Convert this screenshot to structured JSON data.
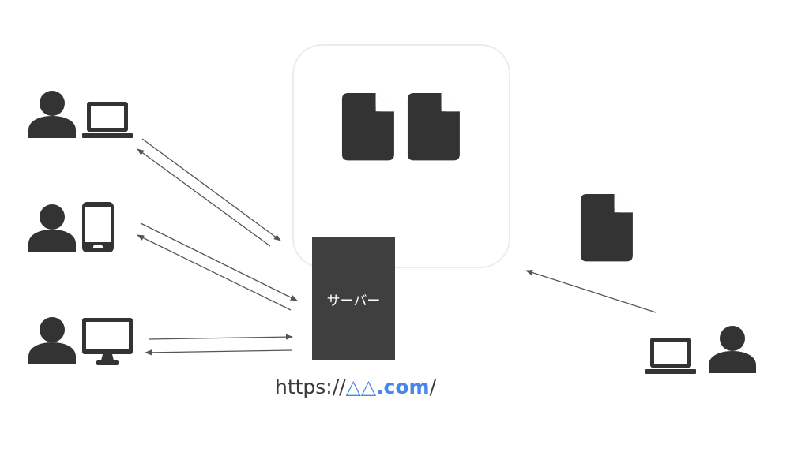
{
  "server": {
    "label": "サーバー"
  },
  "url": {
    "scheme": "https://",
    "domain": "△△",
    "suffix": ".com",
    "trail": "/"
  },
  "colors": {
    "icon": "#333333",
    "server": "#3f3f3f",
    "arrow": "#555555",
    "url_highlight": "#4a86e8",
    "box_border": "#ececec"
  },
  "icons": {
    "clients": [
      {
        "person": "person-icon",
        "device": "laptop-icon"
      },
      {
        "person": "person-icon",
        "device": "smartphone-icon"
      },
      {
        "person": "person-icon",
        "device": "desktop-monitor-icon"
      }
    ],
    "uploader": {
      "person": "person-icon",
      "device": "laptop-icon"
    },
    "stored_files": [
      "document-icon",
      "document-icon"
    ],
    "upload_file": "document-icon"
  }
}
